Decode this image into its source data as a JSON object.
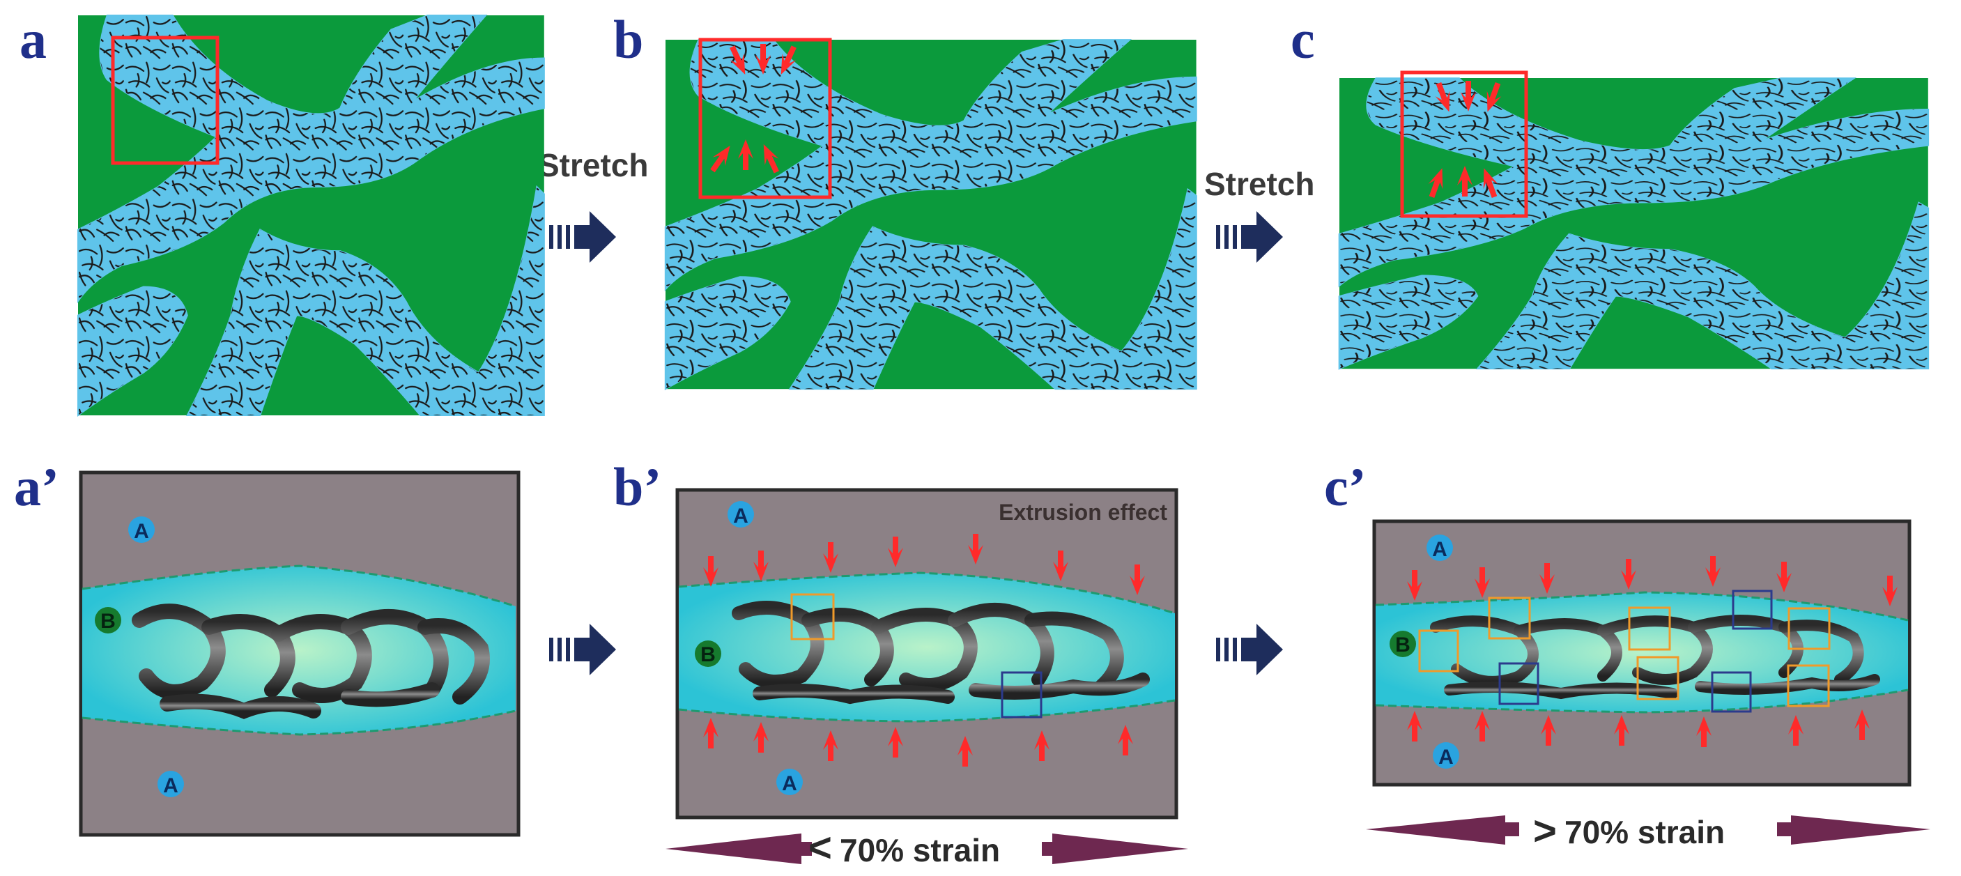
{
  "panels": {
    "a": "a",
    "b": "b",
    "c": "c",
    "a_prime": "a’",
    "b_prime": "b’",
    "c_prime": "c’"
  },
  "labels": {
    "stretch_1": "Stretch",
    "stretch_2": "Stretch",
    "extrusion_effect": "Extrusion effect",
    "strain_low": "70% strain",
    "strain_low_sign": "<",
    "strain_high": "70% strain",
    "strain_high_sign": ">",
    "phase_a": "A",
    "phase_b": "B"
  },
  "colors": {
    "matrix_green": "#0b9a3c",
    "fiber_phase_blue": "#5fc4ea",
    "fiber_black": "#1a1a1a",
    "highlight_red": "#ff2a2a",
    "box_grey": "#8c8186",
    "channel_teal": "#35c8d6",
    "strain_arrow_purple": "#6e2850",
    "navy_arrow": "#1e2d5c",
    "orange_box": "#f09a2a",
    "blue_box": "#2b3a8c"
  }
}
